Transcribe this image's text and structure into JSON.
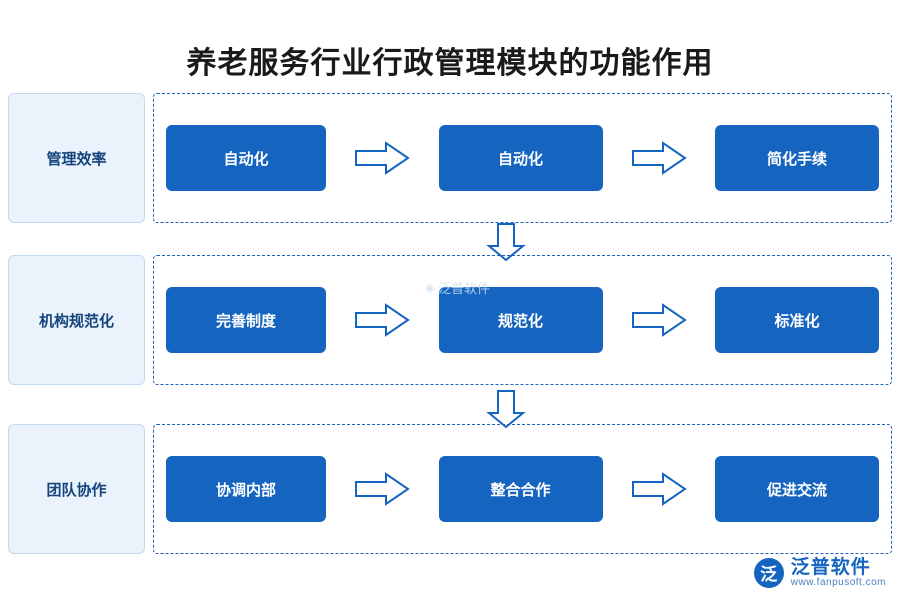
{
  "title": "养老服务行业行政管理模块的功能作用",
  "rows": [
    {
      "label": "管理效率",
      "stages": [
        "自动化",
        "自动化",
        "简化手续"
      ]
    },
    {
      "label": "机构规范化",
      "stages": [
        "完善制度",
        "规范化",
        "标准化"
      ]
    },
    {
      "label": "团队协作",
      "stages": [
        "协调内部",
        "整合合作",
        "促进交流"
      ]
    }
  ],
  "arrows": {
    "horizontal_icon": "arrow-right-outline-icon",
    "vertical_icon": "arrow-down-outline-icon"
  },
  "watermark": {
    "center_text": "泛普软件",
    "logo_mark": "泛",
    "logo_cn": "泛普软件",
    "logo_en": "www.fanpusoft.com"
  },
  "colors": {
    "accent": "#1565c0",
    "dashed_border": "#1c63b8",
    "label_bg": "#eaf2fb",
    "label_text": "#15447c",
    "title_text": "#1a1a1a"
  }
}
